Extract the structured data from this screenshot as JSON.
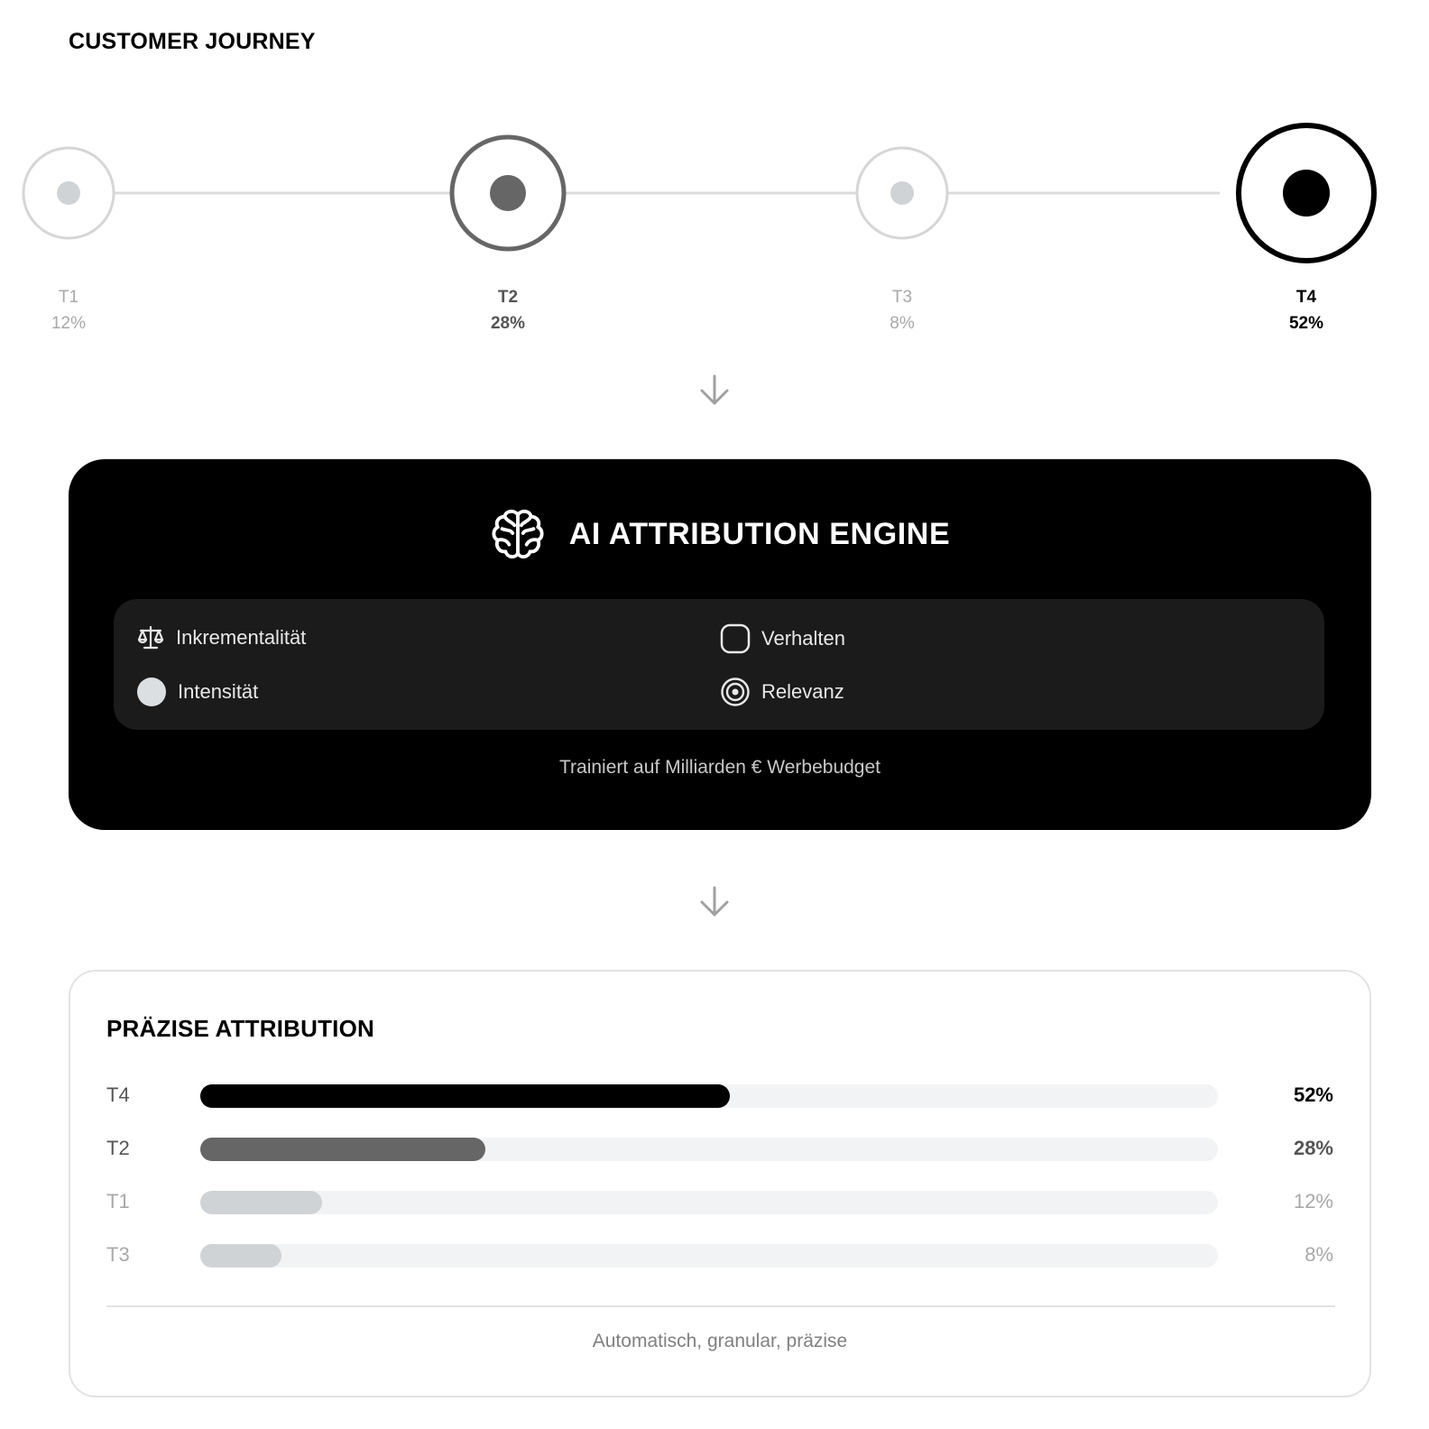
{
  "journey": {
    "title": "CUSTOMER JOURNEY",
    "touchpoints": [
      {
        "label": "T1",
        "value": "12%",
        "share": 12,
        "emphasis": "low"
      },
      {
        "label": "T2",
        "value": "28%",
        "share": 28,
        "emphasis": "medium"
      },
      {
        "label": "T3",
        "value": "8%",
        "share": 8,
        "emphasis": "low"
      },
      {
        "label": "T4",
        "value": "52%",
        "share": 52,
        "emphasis": "high"
      }
    ]
  },
  "engine": {
    "title": "AI ATTRIBUTION ENGINE",
    "icon": "brain-icon",
    "factors": [
      {
        "label": "Inkrementalität",
        "icon": "scale-icon"
      },
      {
        "label": "Verhalten",
        "icon": "rounded-square-icon"
      },
      {
        "label": "Intensität",
        "icon": "filled-circle-icon"
      },
      {
        "label": "Relevanz",
        "icon": "target-icon"
      }
    ],
    "caption": "Trainiert auf Milliarden € Werbebudget"
  },
  "result": {
    "title": "PRÄZISE ATTRIBUTION",
    "caption": "Automatisch, granular, präzise",
    "rows": [
      {
        "label": "T4",
        "value": "52%",
        "share": 52
      },
      {
        "label": "T2",
        "value": "28%",
        "share": 28
      },
      {
        "label": "T1",
        "value": "12%",
        "share": 12
      },
      {
        "label": "T3",
        "value": "8%",
        "share": 8
      }
    ]
  },
  "colors": {
    "high": "#000000",
    "medium": "#666666",
    "low": "#d0d3d6",
    "low_text": "#a8a8a8",
    "line": "#dcdcdc",
    "arrow": "#a0a0a0"
  }
}
